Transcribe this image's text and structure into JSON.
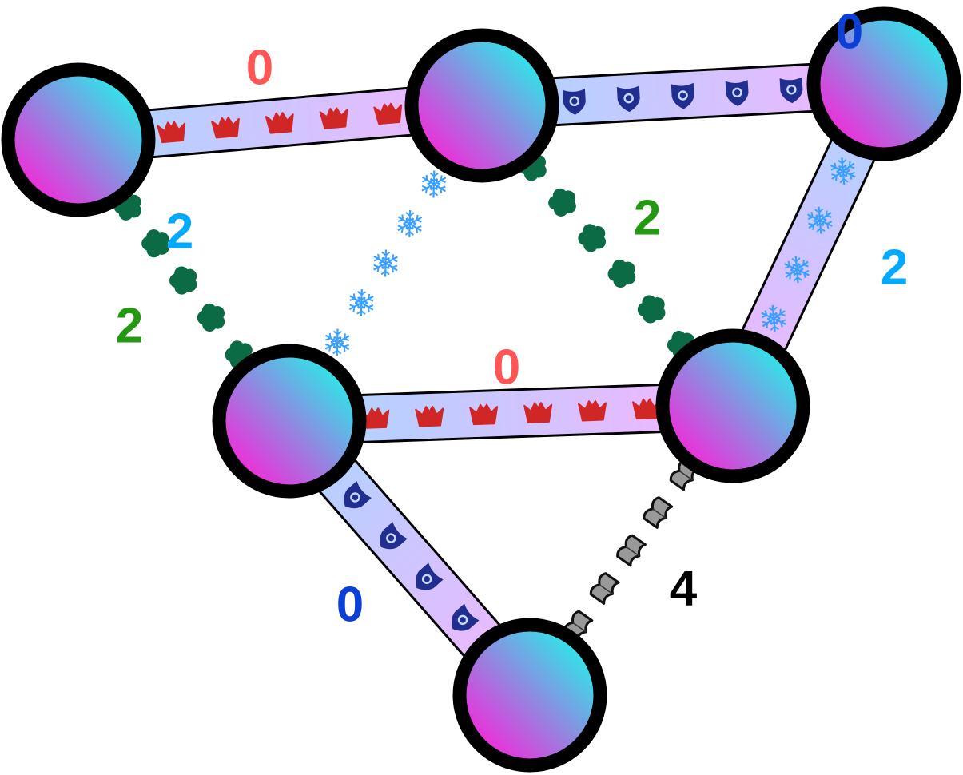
{
  "nodes": [
    {
      "id": "A"
    },
    {
      "id": "B"
    },
    {
      "id": "C"
    },
    {
      "id": "D"
    },
    {
      "id": "E"
    },
    {
      "id": "F"
    }
  ],
  "edges": [
    {
      "from": "A",
      "to": "B",
      "style": "band",
      "icon": "crown-icon",
      "icon_color": "#d02626",
      "label": "0",
      "label_color": "#ff5555"
    },
    {
      "from": "B",
      "to": "C",
      "style": "band",
      "icon": "shield-icon",
      "icon_color": "#1f2e8f",
      "label": "0",
      "label_color": "#0a3fd8"
    },
    {
      "from": "C",
      "to": "E",
      "style": "band",
      "icon": "snowflake-icon",
      "icon_color": "#3aa0ff",
      "label": "2",
      "label_color": "#00aaff"
    },
    {
      "from": "D",
      "to": "E",
      "style": "band",
      "icon": "crown-icon",
      "icon_color": "#d02626",
      "label": "0",
      "label_color": "#ff5555"
    },
    {
      "from": "D",
      "to": "F",
      "style": "band",
      "icon": "shield-icon",
      "icon_color": "#1f2e8f",
      "label": "0",
      "label_color": "#0a3fd8"
    },
    {
      "from": "A",
      "to": "D",
      "style": "dotted",
      "icon": "clover-icon",
      "icon_color": "#0b6b45",
      "label": "2",
      "label_color": "#229911"
    },
    {
      "from": "B",
      "to": "E",
      "style": "dotted",
      "icon": "clover-icon",
      "icon_color": "#0b6b45",
      "label": "2",
      "label_color": "#229911"
    },
    {
      "from": "B",
      "to": "D",
      "style": "dotted",
      "icon": "snowflake-icon",
      "icon_color": "#3aa0ff",
      "label": "2",
      "label_color": "#00aaff"
    },
    {
      "from": "E",
      "to": "F",
      "style": "dotted",
      "icon": "book-icon",
      "icon_color": "#999999",
      "label": "4",
      "label_color": "#000000"
    }
  ],
  "colors": {
    "node_gradient": [
      "#1ff5ea",
      "#ff1ed8"
    ],
    "band_gradient": [
      "#a8d6ff",
      "#f5b4ff"
    ],
    "node_ring": "#000000"
  }
}
